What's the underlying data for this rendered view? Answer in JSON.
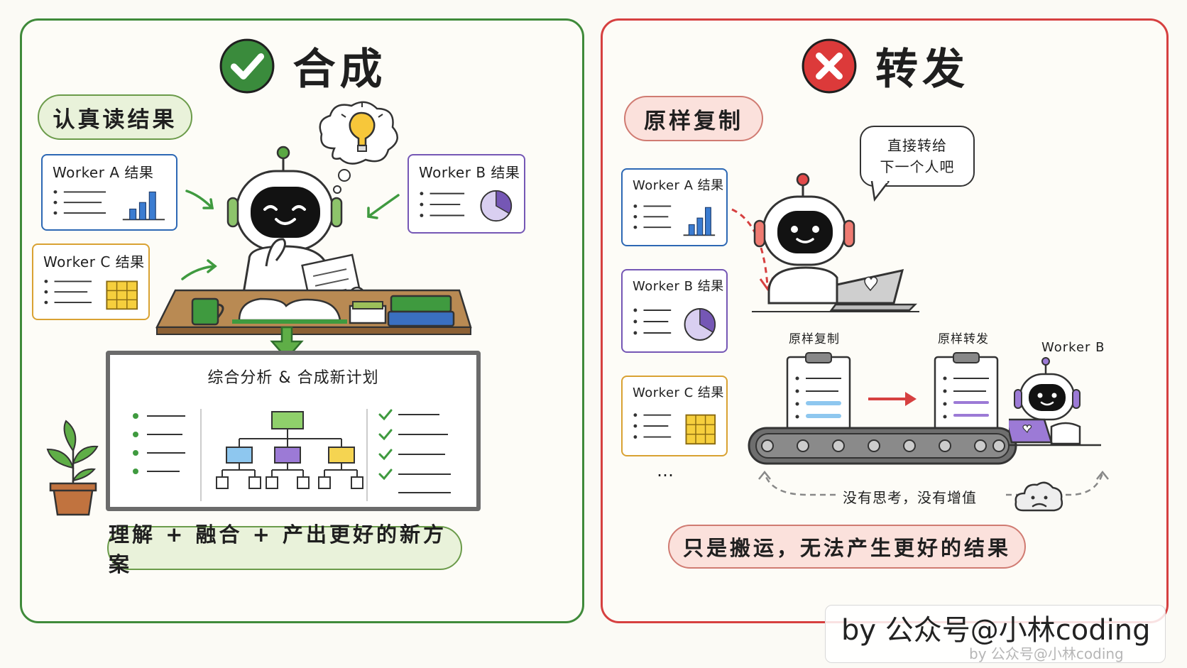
{
  "left_panel": {
    "title": "合成",
    "label": "认真读结果",
    "cards": [
      {
        "title": "Worker A 结果"
      },
      {
        "title": "Worker B 结果"
      },
      {
        "title": "Worker C 结果"
      }
    ],
    "board_title": "综合分析 & 合成新计划",
    "bottom_label": "理解 + 融合 + 产出更好的新方案",
    "colors": {
      "accent": "#3f8a3a"
    }
  },
  "right_panel": {
    "title": "转发",
    "label": "原样复制",
    "speech": [
      "直接转给",
      "下一个人吧"
    ],
    "cards": [
      {
        "title": "Worker A 结果"
      },
      {
        "title": "Worker B 结果"
      },
      {
        "title": "Worker C 结果"
      }
    ],
    "ellipsis": "…",
    "conveyor_labels": {
      "copy": "原样复制",
      "forward": "原样转发",
      "receiver": "Worker B"
    },
    "no_value": "没有思考，没有增值",
    "bottom_label": "只是搬运，无法产生更好的结果",
    "colors": {
      "accent": "#d64040"
    }
  },
  "watermark": {
    "main": "by 公众号@小林coding",
    "sub": "by 公众号@小林coding"
  }
}
